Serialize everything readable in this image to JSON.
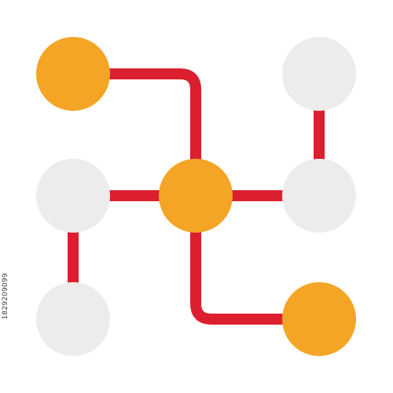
{
  "side_text": "1829209099",
  "colors": {
    "background": "#ffffff",
    "connector": "#dc1f2e",
    "node_active": "#f4a526",
    "node_inactive": "#ececec"
  },
  "nodes": [
    {
      "id": "top-left",
      "state": "active"
    },
    {
      "id": "top-right",
      "state": "inactive"
    },
    {
      "id": "mid-left",
      "state": "inactive"
    },
    {
      "id": "center",
      "state": "active"
    },
    {
      "id": "mid-right",
      "state": "inactive"
    },
    {
      "id": "bottom-left",
      "state": "inactive"
    },
    {
      "id": "bottom-right",
      "state": "active"
    }
  ]
}
